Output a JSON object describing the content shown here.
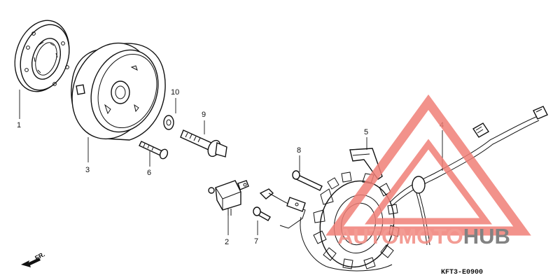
{
  "callouts": {
    "p1": "1",
    "p2": "2",
    "p3": "3",
    "p4": "4",
    "p5": "5",
    "p6": "6",
    "p7": "7",
    "p8": "8",
    "p9": "9",
    "p10": "10"
  },
  "front_arrow": "FR.",
  "diagram_code": "KFT3-E0900",
  "watermark": {
    "part1": "AUTOMOTO",
    "part2": "HUB",
    "colors": {
      "accent": "#e53935",
      "text": "#5f5f5f"
    }
  }
}
